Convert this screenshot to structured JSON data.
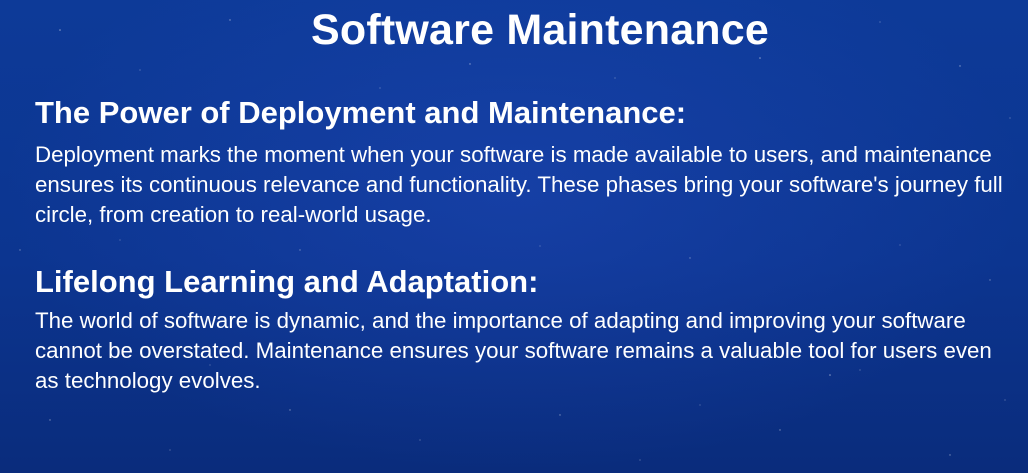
{
  "slide": {
    "title": "Software Maintenance",
    "sections": [
      {
        "heading": "The Power of Deployment and Maintenance:",
        "body": "Deployment marks the moment when your software is made available to users, and maintenance ensures its continuous relevance and functionality. These phases bring your software's journey full circle, from creation to real-world usage."
      },
      {
        "heading": "Lifelong Learning and Adaptation:",
        "body": "The world of software is dynamic, and the importance of adapting and improving your software cannot be overstated. Maintenance ensures your software remains a valuable tool for users even as technology evolves."
      }
    ]
  },
  "colors": {
    "background": "#0c3590",
    "text": "#ffffff"
  }
}
